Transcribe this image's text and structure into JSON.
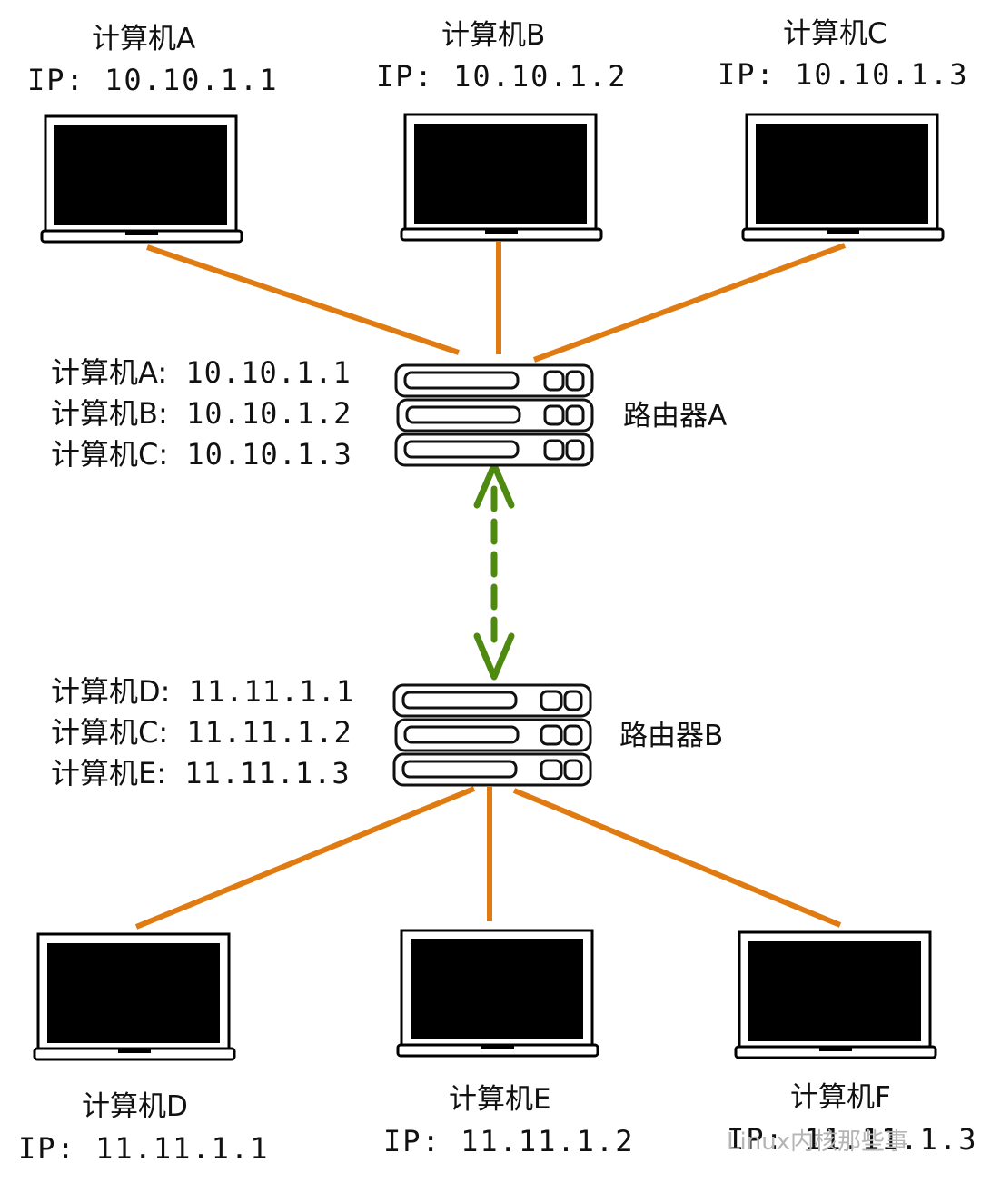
{
  "colors": {
    "link": "#e07b12",
    "router_link": "#4f8a10",
    "device": "#000000"
  },
  "computers": [
    {
      "id": "A",
      "name": "计算机A",
      "ip": "IP: 10.10.1.1"
    },
    {
      "id": "B",
      "name": "计算机B",
      "ip": "IP: 10.10.1.2"
    },
    {
      "id": "C",
      "name": "计算机C",
      "ip": "IP: 10.10.1.3"
    },
    {
      "id": "D",
      "name": "计算机D",
      "ip": "IP: 11.11.1.1"
    },
    {
      "id": "E",
      "name": "计算机E",
      "ip": "IP: 11.11.1.2"
    },
    {
      "id": "F",
      "name": "计算机F",
      "ip": "IP: 11.11.1.3"
    }
  ],
  "routers": [
    {
      "id": "A",
      "name": "路由器A",
      "table": [
        {
          "name": "计算机A:",
          "ip": "10.10.1.1"
        },
        {
          "name": "计算机B:",
          "ip": "10.10.1.2"
        },
        {
          "name": "计算机C:",
          "ip": "10.10.1.3"
        }
      ]
    },
    {
      "id": "B",
      "name": "路由器B",
      "table": [
        {
          "name": "计算机D:",
          "ip": "11.11.1.1"
        },
        {
          "name": "计算机C:",
          "ip": "11.11.1.2"
        },
        {
          "name": "计算机E:",
          "ip": "11.11.1.3"
        }
      ]
    }
  ],
  "icons": {
    "computer": "laptop-icon",
    "router": "router-icon"
  },
  "watermark": "Linux内核那些事"
}
